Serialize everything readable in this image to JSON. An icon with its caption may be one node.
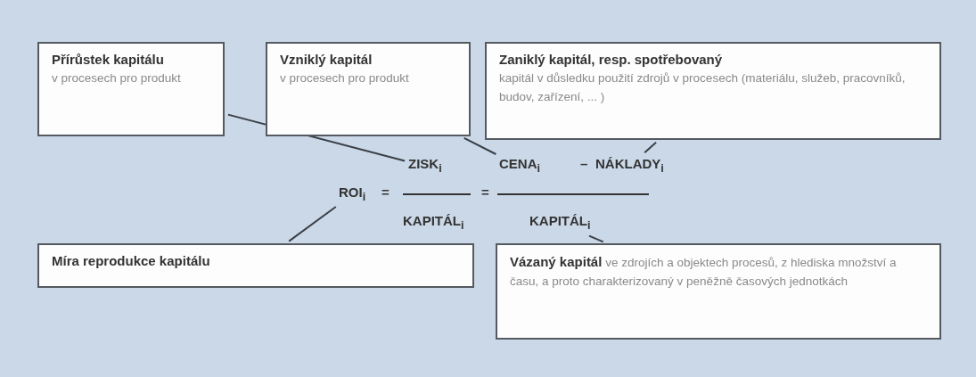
{
  "diagram": {
    "nodes": [
      {
        "text": [
          "Přírůstek kapitálu",
          "v procesech pro produkt"
        ]
      },
      {
        "text": [
          "Vzniklý kapitál",
          "v procesech pro produkt"
        ]
      },
      {
        "text": [
          "**Zaniklý kapitál,** resp. **spotřebovaný**",
          "kapitál v důsledku použití zdrojů v procesech (materiálu, služeb, pracovníků, budov, zařízení, ... )"
        ]
      },
      {
        "text": [
          "ZISK$_{i}$"
        ]
      },
      {
        "text": [
          "CENA$_{i}$"
        ]
      },
      {
        "text": [
          "NÁKLADY$_{i}$"
        ]
      },
      {
        "text": [
          "ROI$_{i}$"
        ]
      },
      {
        "text": [
          "KAPITÁL$_{i}$"
        ]
      },
      {
        "text": [
          "KAPITÁL$_{i}$"
        ]
      },
      {
        "text": [
          "Míra reprodukce kapitálu"
        ]
      },
      {
        "text": [
          "**Vázaný kapitál** ve zdrojích a objektech procesů, z hlediska množství a času, a proto charakterizovaný v peněžně časových jednotkách"
        ]
      }
    ],
    "edges": [
      {
        "from": 0,
        "to": 3,
        "arrow": "none"
      },
      {
        "from": 1,
        "to": 4,
        "arrow": "none"
      },
      {
        "from": 2,
        "to": 5,
        "arrow": "none"
      },
      {
        "from": 9,
        "to": 6,
        "arrow": "none"
      },
      {
        "from": 10,
        "to": 8,
        "arrow": "none"
      }
    ],
    "labels": [
      "=",
      "–",
      "="
    ]
  }
}
